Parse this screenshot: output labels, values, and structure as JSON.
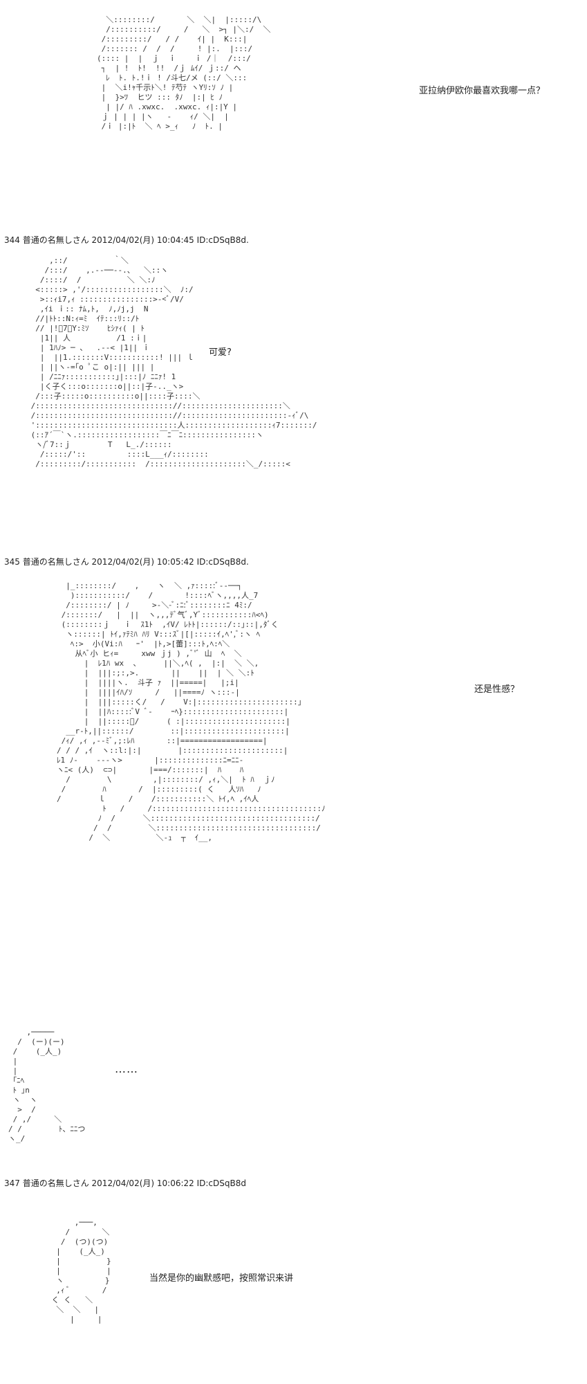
{
  "posts": [
    {
      "caption": "亚拉纳伊欧你最喜欢我哪一点？",
      "art": [
        "  ＼::::::::/       ＼  ＼|  |:::::/\\",
        "  /::::::::::/     /   ＼  >┐ |＼:/  ＼",
        " /:::::::::/   / /    ｲ| |  K:::|",
        " /::::::: /  /  /     ! |:.  |:::/",
        "(:::: |  |  ｊ  ｉ    ｉ /｜  /:::/",
        " ┐  | !  ﾄ!  !!  /ｊ ﾑｲ/ ｊ::/ ヘ",
        "  ﾚ  ﾄ. ﾄ.!ｉ ! /斗七/メ (::/ ＼:::",
        " |  ＼i!ｬ千示ﾄ＼! ﾃ芍ﾃ ヽYﾘ:ｿ ﾉ |",
        " |  }>ﾂ  ヒツ ::: ﾀﾉ  |:| ﾋ ﾉ",
        "  | |/ ﾊ .xwxc.  .xwxc. ｨ|:|Y |",
        " ｊ | | | |ヽ   -    ｨ/ ＼|  |",
        " /ｉ |:|ﾄ  ＼ ﾍ >_ｨ   ﾉ  ﾄ. |"
      ]
    },
    {
      "header": "344 普通の名無しさん 2012/04/02(月) 10:04:45 ID:cDSqB8d.",
      "caption": "可爱?",
      "art": [
        "     ,::/          ｀＼",
        "    /:::/    ,.-‐──‐-.、  ＼::ヽ",
        "   /::::/  /          ＼ ＼:ﾉ",
        "  <:::::> ,'/:::::::::::::::::＼  ﾉ:/",
        "   >::ｨi7,ｨ ::::::::::::::::>-<ﾞ/V/",
        "   ,ｲi ｉ:: ﾅﾑ,ﾄ,  ﾉ,ﾉj,j  N",
        "  //|ﾄﾄ::N:ｨ=ﾐ  ｲﾃ:::ﾘ::/ﾄ",
        "  // |!ﾞ7ﾞY:ﾐｿ    ﾋｼｧｨ( | ﾄ",
        "   |1|| 人          /1 :ｉ|",
        "   | 1ﾊﾉ> ─ 、  .-‐< |1|| ｉ",
        "   |  ||1.:::::::V:::::::::::! ||| ｌ",
        "   | ||ヽ-=｢o ﾟこ o|:|| ||| |",
        "   | /ﾆﾆｧ:::::::::::｣|:::|ﾉ ﾆﾆｧ! 1",
        "   |く子く:::o:::::::o||::|子-.._ヽ>",
        "  /:::子:::::o::::::::::o||::::子::::＼",
        " /:::::::::::::::::::::::::::::://::::::::::::::::::::::＼",
        " /:::::::::::::::::::::::::::::://:::::::::::::::::::::::-ｨﾞ/\\",
        " ':::::::::::::::::::::::::::::::人:::::::::::::::::::ｨ7:::::::/",
        " (::ｱ´￣`ヽ.::::::::::::::::::￣ﾆ￣ﾆ::::::::::::::::ヽ",
        "  ヽ/ﾞ7::ｊ        T   L_./::::::",
        "   /:::::/'::         ::::L___ｨ/::::::::",
        "  /:::::::::/:::::::::::  /:::::::::::::::::::::＼_/:::::<"
      ]
    },
    {
      "header": "345 普通の名無しさん 2012/04/02(月) 10:05:42 ID:cDSqB8d.",
      "caption": "还是性感？",
      "art": [
        "  |_::::::::/    ,    ヽ  ＼ ,ｧ:::::ﾞ-‐──┐",
        "   ):::::::::::/    /       !::::ﾍﾞヽ,,,,人_7",
        "  /::::::::/ | ﾉ     >-＼-ﾞ:ﾆ:ﾞ::::::::ﾆ 4ﾐ:/",
        " /:::::::/   |  ||  ヽ,,,ﾃﾞ气ﾞ,Yﾞ:::::::::::ﾊ<ﾍ)",
        " (::::::::ｊ   ｉ  ｽ1ﾄ  ,ｲV/ ﾚﾄﾄ|::::::/::｣::|,ﾀﾞく",
        "  ヽ::::::| ﾄｲ,ｧﾃﾐﾊ ﾊﾘ V:::ｽﾞ|[|:::::ｲ,ﾍ',ﾞ:ヽ ﾍ",
        "   ﾍ:>  小(Vi:ﾊ   ｰ'  |ﾄ,>[蕾]:::ﾄ,ﾍ:ﾍ＼",
        "    从ﾍﾞ小 ヒｨ=     xww ｊj ) ,ﾞ'ﾞ 山  ﾍ  ＼",
        "      |  ﾚ1ﾊ wx  、     ||＼,ﾍ( ,  |:|  ＼ ＼,",
        "      |  |||:;:,>.       ||    ||  | ＼ ＼:ﾄ",
        "      |  ||||ヽ.  斗子 ｧ  ||=====|   |;i|",
        "      |  ||||ｲﾊ/ｿ     /   ||====ﾉ ヽ:::-|",
        "      |  |||:::::く/   /    V:|::::::::::::::::::::::｣",
        "      |  ||ﾊ:::::ﾞV ﾞ-    ｰﾍ}::::::::::::::::::::::|",
        "      |  ||:::::ﾞ/      ( :|::::::::::::::::::::::|",
        "  __r-ﾄ,||::::::/        ::|::::::::::::::::::::::|",
        " /ｨ/ ,ｨ ,--ﾐﾞ,;:ﾚﾊ       ::|==================|",
        "/ / / ,ｲ  ヽ::l:|:|        |::::::::::::::::::::::|",
        "ﾚ1 ﾉ-    ---ヽ>       |::::::::::::::ﾆ=ﾆﾆ-",
        "ヽﾆ< (人)  ⊂⊃|       |===/:::::::|  ﾊ    ﾊ",
        "  /        \\         ,|::::::::/ ,ｨ,＼|  ﾄ ﾊ  ｊﾉ",
        " /        ﾊ       /  |:::::::::( く   人ｿﾊ   ﾉ",
        "/        ｌ     /    /:::::::::::＼ ﾄｲ,ﾍ ,ｲﾍ人",
        "          ﾄ   /     /:::::::::::::::::::::::::::::::::::::ﾉ",
        "         ﾉ  /      ＼::::::::::::::::::::::::::::::::::::/",
        "        /  /        ＼:::::::::::::::::::::::::::::::::::/",
        "       /  ＼          ＼-ｭ  ┬  ｲ__,"
      ]
    },
    {
      "dots": "……",
      "art": [
        "    ,─────",
        "  /  (ー)(ー)",
        " /    (_人_)",
        " |",
        " |",
        " ｢ﾆﾍ",
        " ﾄ ｣n",
        " ヽ  ヽ",
        "  >  /",
        " / ,/     ＼",
        "/ /        ﾄ、ﾆﾆつ",
        "ヽ_/"
      ]
    },
    {
      "header": "347 普通の名無しさん 2012/04/02(月) 10:06:22 ID:cDSqB8d",
      "caption": "当然是你的幽默感吧，按照常识来讲",
      "art": [
        "      ,───,",
        "    /       ＼",
        "   /  (つ)(つ)",
        "  |    (_人_)",
        "  |          }",
        "  |          |",
        "  ヽ         }",
        "  ,ｨ ﾞ       /",
        " く く   ＼",
        "  ＼  ＼   |",
        "     |     |"
      ]
    }
  ]
}
